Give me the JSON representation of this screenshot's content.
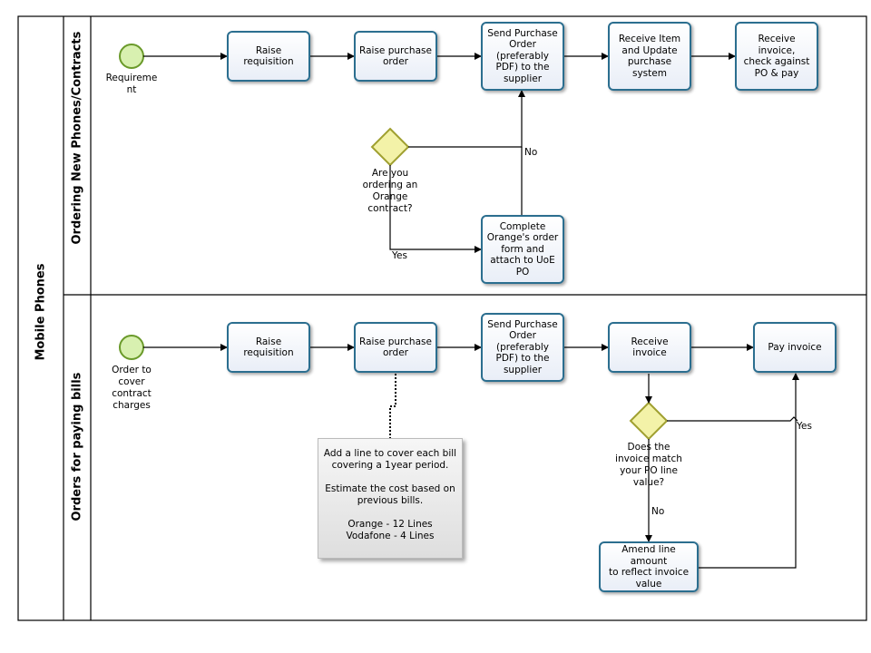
{
  "pool": {
    "label": "Mobile Phones"
  },
  "lanes": [
    {
      "id": "lane1",
      "label": "Ordering New Phones/Contracts"
    },
    {
      "id": "lane2",
      "label": "Orders for paying bills"
    }
  ],
  "lane1": {
    "start_event": "Requireme\nnt",
    "tasks": {
      "raise_requisition": "Raise\nrequisition",
      "raise_po": "Raise purchase\norder",
      "send_po": "Send Purchase\nOrder\n(preferably\nPDF) to the\nsupplier",
      "receive_item": "Receive Item\nand Update\npurchase\nsystem",
      "receive_invoice": "Receive invoice,\ncheck against\nPO & pay",
      "complete_orange": "Complete\nOrange's order\nform and\nattach  to UoE\nPO"
    },
    "gateway": "Are you\nordering an\nOrange\ncontract?",
    "flow_no": "No",
    "flow_yes": "Yes"
  },
  "lane2": {
    "start_event": "Order to\ncover\ncontract\ncharges",
    "tasks": {
      "raise_requisition": "Raise\nrequisition",
      "raise_po": "Raise purchase\norder",
      "send_po": "Send Purchase\nOrder\n(preferably\nPDF) to the\nsupplier",
      "receive_invoice": "Receive\ninvoice",
      "pay_invoice": "Pay invoice",
      "amend_line": "Amend line amount\nto reflect invoice\nvalue"
    },
    "gateway": "Does the\ninvoice match\nyour PO line\nvalue?",
    "flow_no": "No",
    "flow_yes": "Yes",
    "annotation": "Add a line to cover each bill\ncovering a 1year period.\n\nEstimate the cost based on\nprevious bills.\n\nOrange - 12 Lines\nVodafone - 4 Lines"
  },
  "colors": {
    "task_border": "#2b6e8f",
    "start_event_fill": "#d8f0b0",
    "start_event_stroke": "#6a9a2a",
    "gateway_fill": "#f3f2a8",
    "gateway_stroke": "#a0a030"
  }
}
